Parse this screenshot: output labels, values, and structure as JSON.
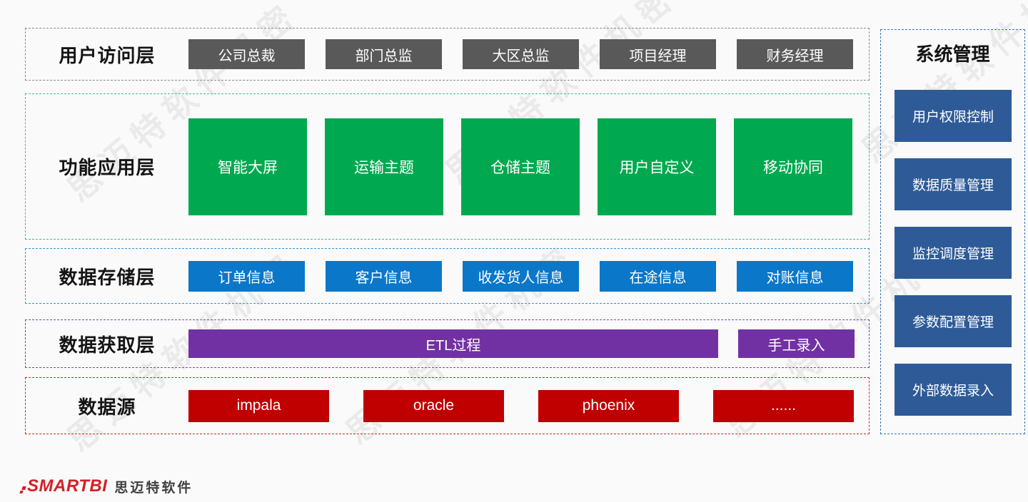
{
  "watermark": {
    "text": "思迈特软件机密"
  },
  "layers": [
    {
      "label": "用户访问层",
      "items": [
        "公司总裁",
        "部门总监",
        "大区总监",
        "项目经理",
        "财务经理"
      ],
      "box_color": "#595959",
      "border_color": "#8a8a8a"
    },
    {
      "label": "功能应用层",
      "items": [
        "智能大屏",
        "运输主题",
        "仓储主题",
        "用户自定义",
        "移动协同"
      ],
      "box_color": "#00a94f",
      "border_color": "#45bd77"
    },
    {
      "label": "数据存储层",
      "items": [
        "订单信息",
        "客户信息",
        "收发货人信息",
        "在途信息",
        "对账信息"
      ],
      "box_color": "#0b77c9",
      "border_color": "#2e93d8"
    },
    {
      "label": "数据获取层",
      "items": [
        "ETL过程",
        "手工录入"
      ],
      "box_color": "#7231a3",
      "border_color": "#8243ad"
    },
    {
      "label": "数据源",
      "items": [
        "impala",
        "oracle",
        "phoenix",
        "......"
      ],
      "box_color": "#c00000",
      "border_color": "#d02a2a"
    }
  ],
  "side_panel": {
    "title": "系统管理",
    "items": [
      "用户权限控制",
      "数据质量管理",
      "监控调度管理",
      "参数配置管理",
      "外部数据录入"
    ],
    "box_color": "#2e5b98",
    "border_color": "#3a74b2"
  },
  "footer": {
    "brand": "SMARTBI",
    "company": "思迈特软件",
    "brand_color": "#d22027"
  }
}
